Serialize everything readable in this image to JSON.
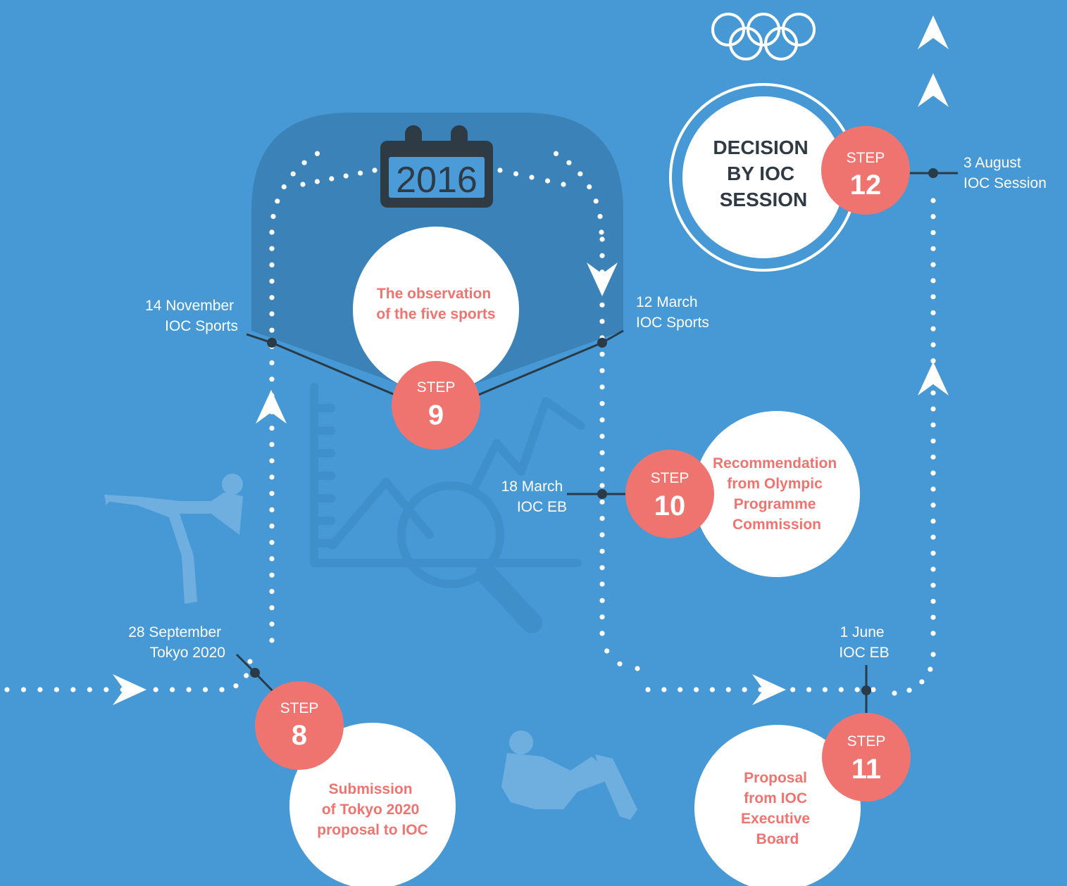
{
  "colors": {
    "background": "#4799d6",
    "panel": "#3b82b8",
    "step_badge": "#ef7470",
    "step_text_color": "#ef7470",
    "dark_line": "#2a3a46",
    "white": "#ffffff",
    "calendar_dark": "#2e3b44",
    "calendar_face": "#4a9bd8",
    "silhouette": "#6eafe0",
    "chart_icon": "#3f8fcb"
  },
  "calendar": {
    "year": "2016"
  },
  "icons": [
    "olympic-rings-icon",
    "calendar-icon",
    "chart-magnifier-icon",
    "karate-silhouette-icon",
    "skateboard-silhouette-icon",
    "arrow-icon"
  ],
  "steps": [
    {
      "id": "8",
      "step_label": "STEP",
      "number": "8",
      "desc": [
        "Submission",
        "of Tokyo 2020",
        "proposal to IOC"
      ],
      "date": [
        "28 September",
        "Tokyo 2020"
      ]
    },
    {
      "id": "9",
      "step_label": "STEP",
      "number": "9",
      "desc": [
        "The observation",
        "of the five sports"
      ],
      "date_left": [
        "14 November",
        "IOC Sports"
      ],
      "date_right": [
        "12 March",
        "IOC Sports"
      ]
    },
    {
      "id": "10",
      "step_label": "STEP",
      "number": "10",
      "desc": [
        "Recommendation",
        "from Olympic",
        "Programme",
        "Commission"
      ],
      "date": [
        "18 March",
        "IOC EB"
      ]
    },
    {
      "id": "11",
      "step_label": "STEP",
      "number": "11",
      "desc": [
        "Proposal",
        "from IOC",
        "Executive",
        "Board"
      ],
      "date": [
        "1 June",
        "IOC EB"
      ]
    },
    {
      "id": "12",
      "step_label": "STEP",
      "number": "12",
      "desc": [
        "DECISION",
        "BY IOC",
        "SESSION"
      ],
      "date": [
        "3 August",
        "IOC Session"
      ]
    }
  ]
}
